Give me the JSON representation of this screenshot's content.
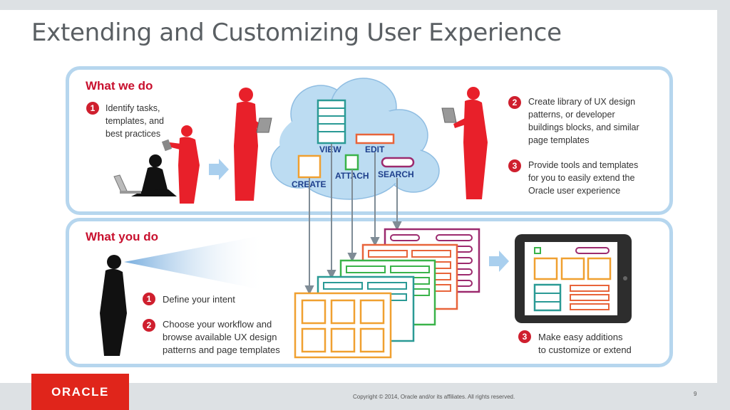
{
  "title": "Extending and Customizing User Experience",
  "top_panel": {
    "heading": "What we do",
    "steps": [
      {
        "num": "1",
        "text": "Identify tasks,\ntemplates, and\nbest practices"
      },
      {
        "num": "2",
        "text": "Create library of UX design\npatterns, or developer\nbuildings blocks, and similar\npage templates"
      },
      {
        "num": "3",
        "text": "Provide tools and templates\nfor you to easily extend the\nOracle user experience"
      }
    ],
    "cloud_labels": {
      "view": "VIEW",
      "edit": "EDIT",
      "create": "CREATE",
      "attach": "ATTACH",
      "search": "SEARCH"
    }
  },
  "bottom_panel": {
    "heading": "What you do",
    "steps": [
      {
        "num": "1",
        "text": "Define your intent"
      },
      {
        "num": "2",
        "text": "Choose your workflow and\nbrowse available UX design\npatterns and page templates"
      },
      {
        "num": "3",
        "text": "Make easy additions\nto customize or extend"
      }
    ]
  },
  "footer": {
    "logo": "ORACLE",
    "copyright": "Copyright © 2014, Oracle and/or its affiliates. All rights reserved.",
    "page_number": "9"
  },
  "colors": {
    "brand_red": "#e0251b",
    "accent_red": "#c8102e",
    "panel_border": "#b6d6ee",
    "cloud": "#bcdcf2",
    "teal": "#2a9a95",
    "orange": "#f0a030",
    "green": "#3ab34a",
    "purple": "#9c2a6e",
    "salmon": "#e8643a"
  }
}
